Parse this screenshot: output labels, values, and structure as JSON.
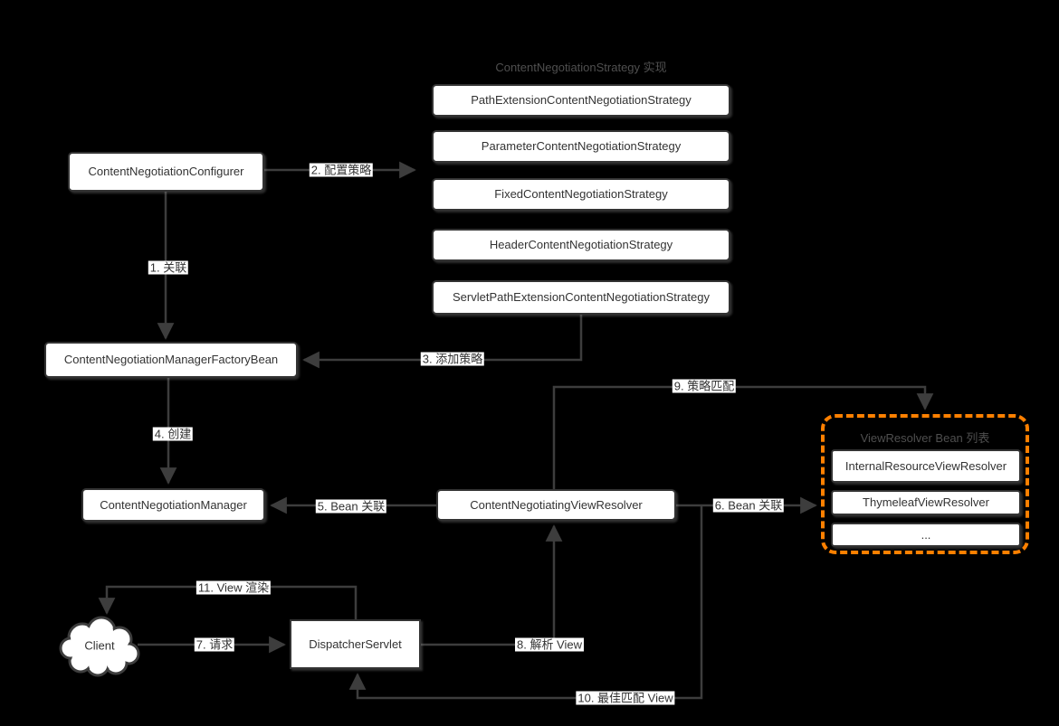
{
  "strategies": {
    "title": "ContentNegotiationStrategy 实现",
    "items": [
      "PathExtensionContentNegotiationStrategy",
      "ParameterContentNegotiationStrategy",
      "FixedContentNegotiationStrategy",
      "HeaderContentNegotiationStrategy",
      "ServletPathExtensionContentNegotiationStrategy"
    ]
  },
  "nodes": {
    "configurer": "ContentNegotiationConfigurer",
    "manager_factory_bean": "ContentNegotiationManagerFactoryBean",
    "manager": "ContentNegotiationManager",
    "negotiating_view_resolver": "ContentNegotiatingViewResolver",
    "dispatcher_servlet": "DispatcherServlet",
    "client": "Client"
  },
  "view_resolver_list": {
    "title": "ViewResolver Bean 列表",
    "items": [
      "InternalResourceViewResolver",
      "ThymeleafViewResolver",
      "..."
    ]
  },
  "edge_labels": {
    "assoc": "1. 关联",
    "configure_strategy": "2. 配置策略",
    "add_strategy": "3. 添加策略",
    "create": "4. 创建",
    "bean_assoc_manager": "5. Bean 关联",
    "bean_assoc_resolvers": "6. Bean 关联",
    "request": "7. 请求",
    "resolve_view": "8. 解析 View",
    "strategy_match": "9. 策略匹配",
    "best_match_view": "10. 最佳匹配 View",
    "view_render": "11. View 渲染"
  },
  "colors": {
    "background": "#000000",
    "line": "#3d3d3d",
    "box_fill": "#ffffff",
    "box_border": "#333333",
    "box_text": "#333333",
    "muted_title": "#4f4f4f",
    "accent_orange": "#ff8000"
  }
}
